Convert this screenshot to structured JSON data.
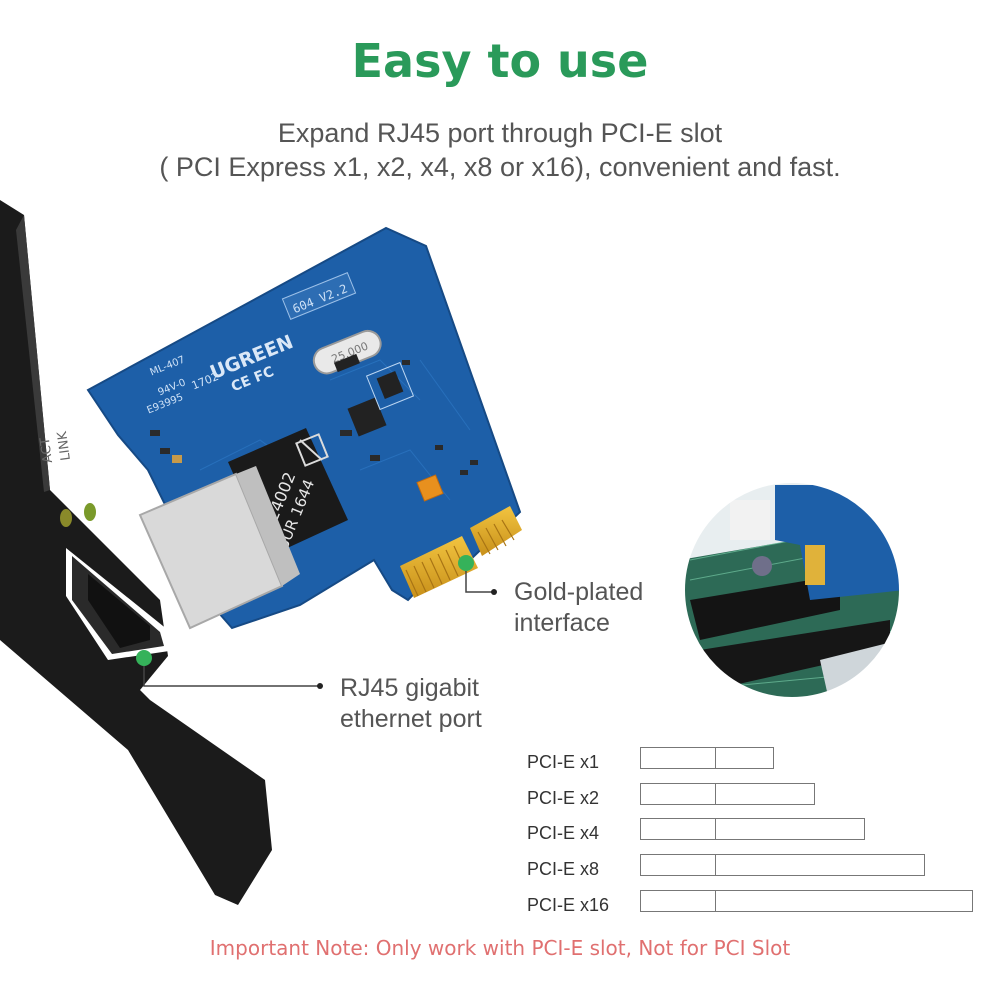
{
  "header": {
    "title": "Easy to use",
    "subtitle_line1": "Expand RJ45 port through PCI-E slot",
    "subtitle_line2": "( PCI Express x1, x2, x4, x8 or x16), convenient and fast."
  },
  "card": {
    "brand": "UGREEN",
    "model": "604 V2.2",
    "crystal": "25.000",
    "chip_line1": "SG24002",
    "chip_line2": "SUR 1644",
    "bracket_label_1": "LINK",
    "bracket_label_2": "ACT",
    "pcb_text_1": "ML-407",
    "pcb_text_2": "94V-0",
    "pcb_text_3": "E93995",
    "pcb_text_4": "1702",
    "pcb_text_5": "CE FC"
  },
  "callouts": {
    "gold_line1": "Gold-plated",
    "gold_line2": "interface",
    "rj45_line1": "RJ45 gigabit",
    "rj45_line2": "ethernet port"
  },
  "slots": [
    {
      "label": "PCI-E x1"
    },
    {
      "label": "PCI-E x2"
    },
    {
      "label": "PCI-E x4"
    },
    {
      "label": "PCI-E x8"
    },
    {
      "label": "PCI-E x16"
    }
  ],
  "note": "Important Note: Only work with PCI-E slot, Not for PCI Slot",
  "colors": {
    "title_green": "#2a9a5a",
    "pcb_blue": "#1d5fa8",
    "note_red": "#e07070"
  }
}
